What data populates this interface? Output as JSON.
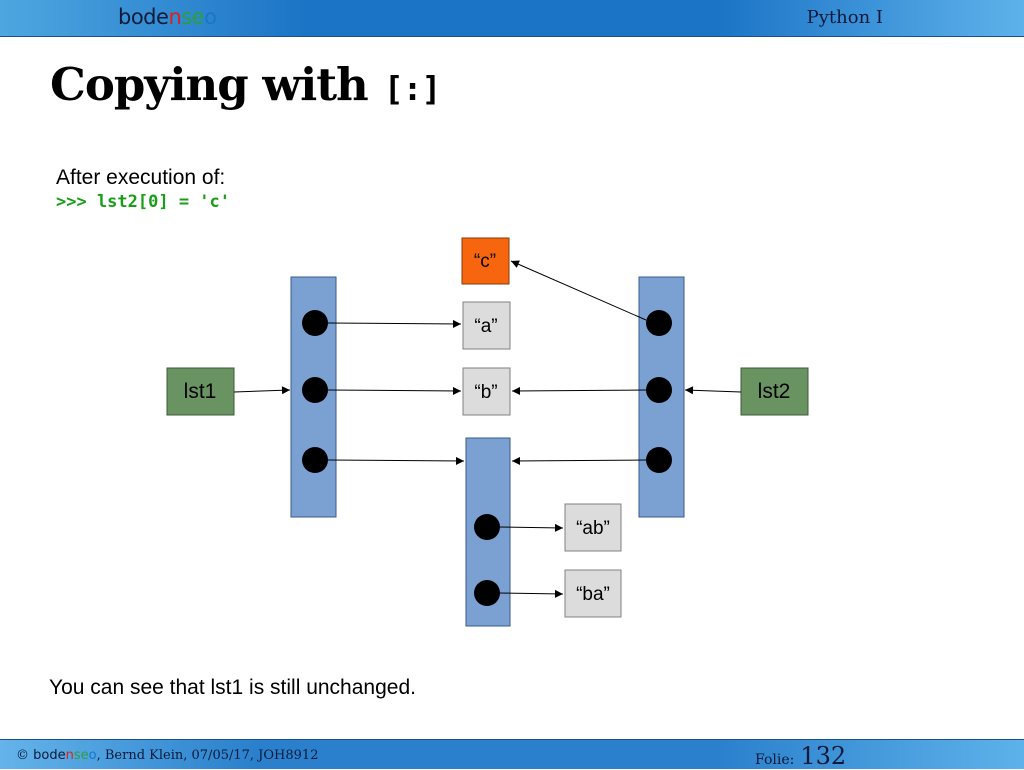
{
  "header": {
    "logo": [
      "bode",
      "n",
      "s",
      "e",
      "o"
    ],
    "course": "Python I"
  },
  "slide": {
    "title": "Copying with",
    "title_code": "[:]",
    "intro": "After execution of:",
    "code": ">>> lst2[0] = 'c'",
    "conclusion": "You can see that lst1 is still unchanged."
  },
  "diagram": {
    "variables": {
      "lst1": "lst1",
      "lst2": "lst2"
    },
    "values": {
      "c": "“c”",
      "a": "“a”",
      "b": "“b”",
      "ab": "“ab”",
      "ba": "“ba”"
    },
    "colors": {
      "variable": "#6a9362",
      "list": "#7ba1d2",
      "value": "#dcdcdc",
      "changed": "#f8650f"
    }
  },
  "footer": {
    "copyright": "©",
    "logo": [
      "bode",
      "n",
      "s",
      "e",
      "o"
    ],
    "meta": ", Bernd Klein, 07/05/17, JOH8912",
    "folie_label": "Folie:",
    "page": "132"
  }
}
